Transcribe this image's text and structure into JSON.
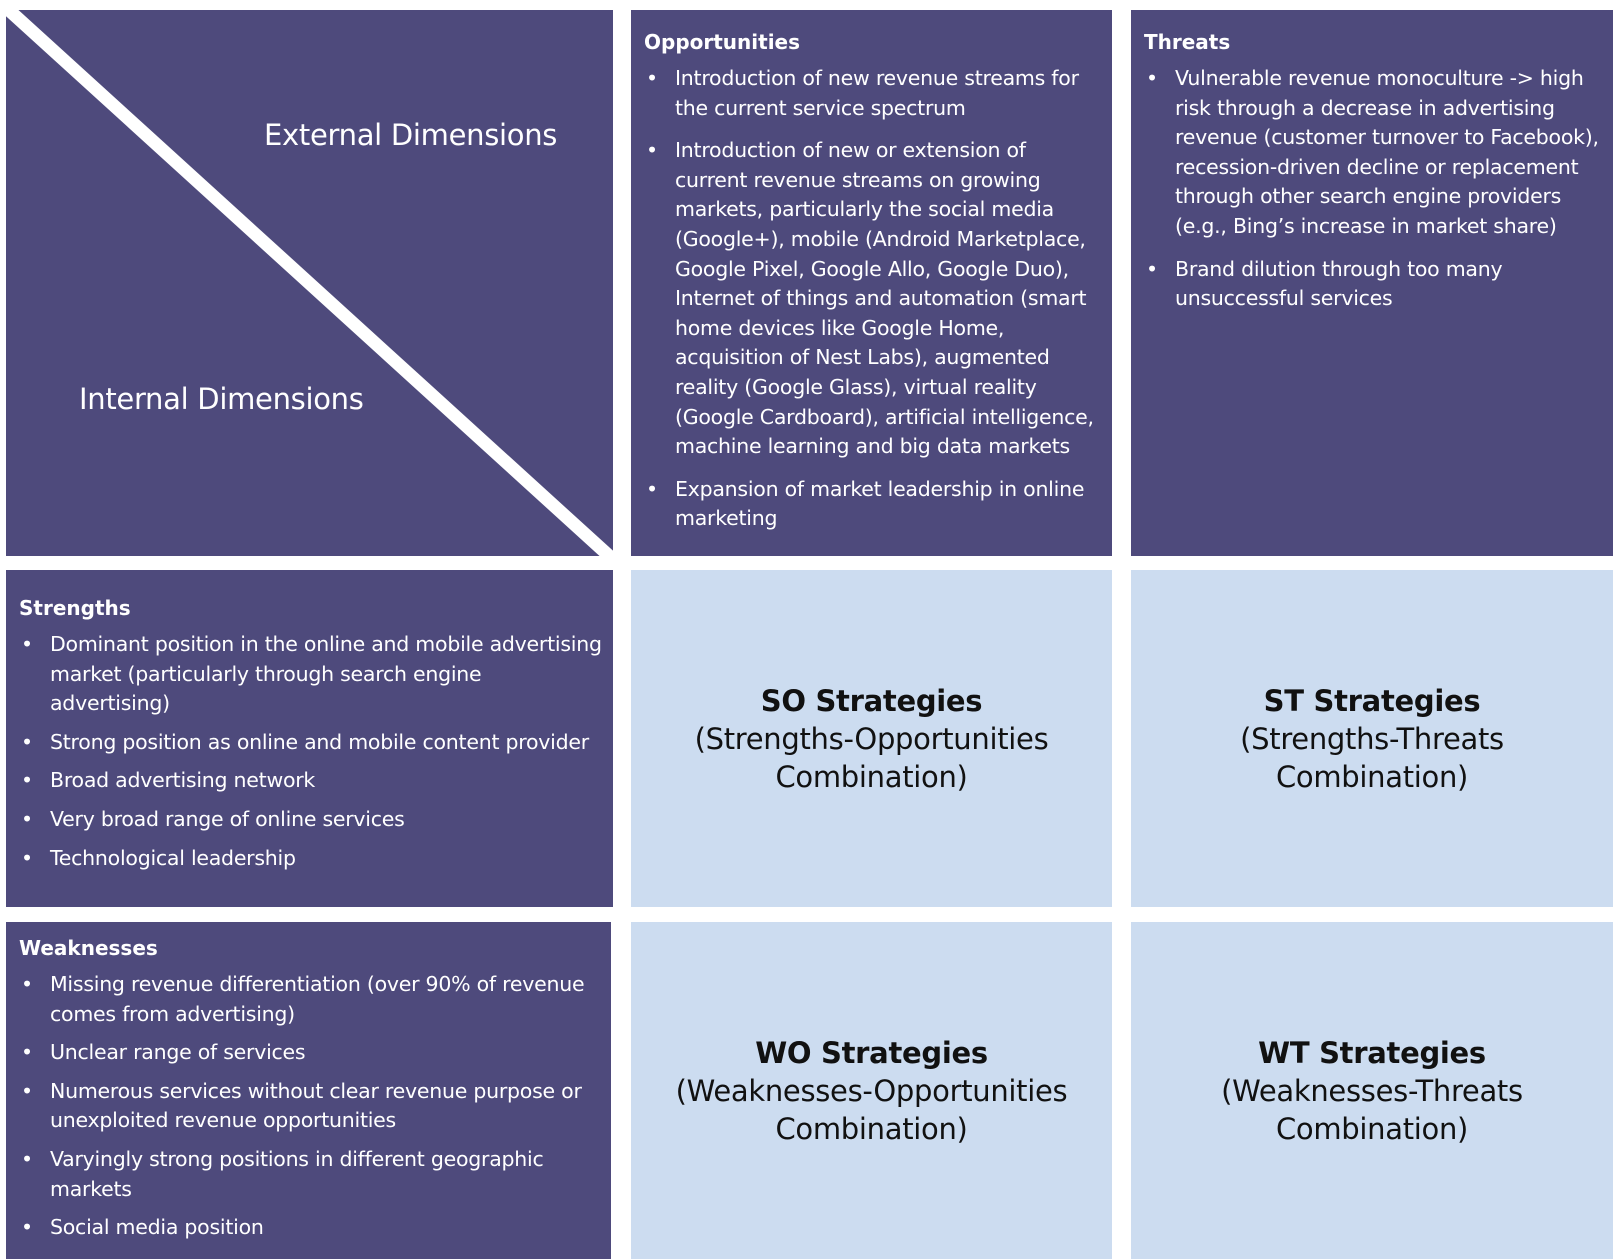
{
  "corner": {
    "external_label": "External Dimensions",
    "internal_label": "Internal Dimensions"
  },
  "opportunities": {
    "title": "Opportunities",
    "items": [
      "Introduction of new revenue streams for the current service spectrum",
      "Introduction of new or extension of current revenue streams on growing markets, particularly the social media (Google+), mobile (Android Marketplace, Google Pixel, Google Allo, Google Duo), Internet of things and automation (smart home devices like Google Home, acquisition of Nest Labs), augmented reality (Google Glass), virtual reality (Google Cardboard), artificial intelligence, machine learning and big data markets",
      "Expansion of market leadership in online marketing"
    ]
  },
  "threats": {
    "title": "Threats",
    "items": [
      "Vulnerable revenue monoculture -> high risk through a decrease in advertising revenue (customer turnover to Facebook), recession-driven decline or replacement through other search engine providers (e.g., Bing’s increase in market share)",
      "Brand dilution through too many unsuccessful services"
    ]
  },
  "strengths": {
    "title": "Strengths",
    "items": [
      "Dominant position in the online and mobile advertising market (particularly through search engine advertising)",
      "Strong position as online and mobile content provider",
      "Broad advertising network",
      "Very broad range of online services",
      "Technological leadership"
    ]
  },
  "weaknesses": {
    "title": "Weaknesses",
    "items": [
      "Missing revenue differentiation (over 90% of revenue comes from advertising)",
      "Unclear range of services",
      "Numerous services without clear revenue purpose or unexploited revenue opportunities",
      "Varyingly strong positions in different geographic markets",
      "Social media position"
    ]
  },
  "strategies": {
    "so": {
      "title": "SO Strategies",
      "line1": "(Strengths-Opportunities",
      "line2": "Combination)"
    },
    "st": {
      "title": "ST Strategies",
      "line1": "(Strengths-Threats",
      "line2": "Combination)"
    },
    "wo": {
      "title": "WO Strategies",
      "line1": "(Weaknesses-Opportunities",
      "line2": "Combination)"
    },
    "wt": {
      "title": "WT Strategies",
      "line1": "(Weaknesses-Threats",
      "line2": "Combination)"
    }
  },
  "colors": {
    "dark_cell": "#4e4a7c",
    "light_cell": "#ccdcf0",
    "diagonal": "#ffffff"
  }
}
